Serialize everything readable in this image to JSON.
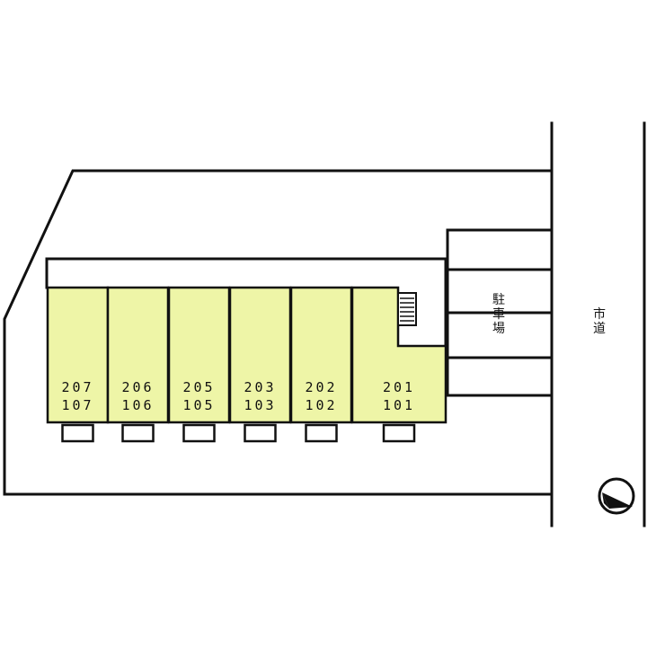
{
  "units": [
    {
      "upper": "207",
      "lower": "107"
    },
    {
      "upper": "206",
      "lower": "106"
    },
    {
      "upper": "205",
      "lower": "105"
    },
    {
      "upper": "203",
      "lower": "103"
    },
    {
      "upper": "202",
      "lower": "102"
    },
    {
      "upper": "201",
      "lower": "101"
    }
  ],
  "labels": {
    "parking_chars": [
      "駐",
      "車",
      "場"
    ],
    "road_chars": [
      "市",
      "道"
    ]
  },
  "compass": {
    "icon": "north-arrow-icon"
  },
  "colors": {
    "unit_fill": "#eef5a7",
    "line": "#111111"
  }
}
